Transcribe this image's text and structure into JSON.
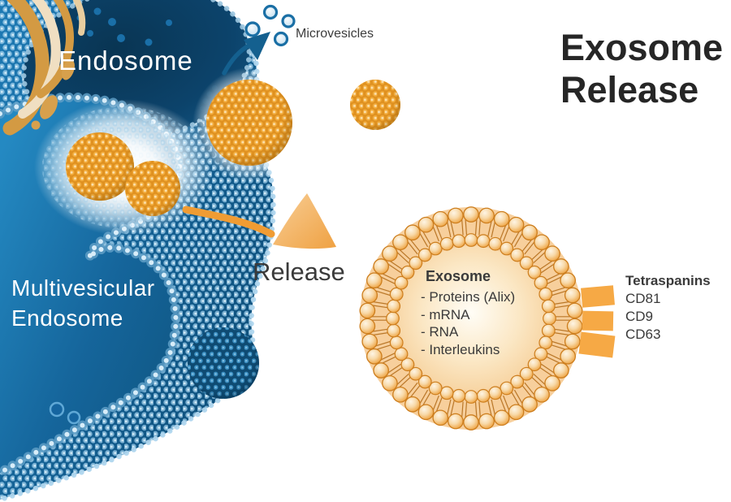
{
  "title": {
    "line1": "Exosome",
    "line2": "Release"
  },
  "labels": {
    "endosome": "Endosome",
    "multivesicular_line1": "Multivesicular",
    "multivesicular_line2": "Endosome",
    "microvesicles": "Microvesicles",
    "release": "Release"
  },
  "exosome": {
    "heading": "Exosome",
    "cargo": [
      "- Proteins (Alix)",
      "- mRNA",
      "- RNA",
      "- Interleukins"
    ]
  },
  "tetraspanins": {
    "heading": "Tetraspanins",
    "items": [
      "CD81",
      "CD9",
      "CD63"
    ]
  },
  "icons": {
    "golgi": "golgi-apparatus-icon",
    "microvesicle_arrow": "arrow-up-right-icon",
    "release_arrow": "curved-arrow-right-icon"
  },
  "colors": {
    "cell_blue": "#1A72AC",
    "lumen_blue": "#1F83BE",
    "navy": "#0B3C61",
    "membrane_dot": "#CBE6F4",
    "vesicle_orange": "#E8971F",
    "exosome_band": "#F7CF9C",
    "tetraspanin_orange": "#F6A945",
    "arrow_blue": "#14608F",
    "arrow_orange": "#F09C33",
    "title_text": "#262626",
    "label_text": "#3A3A3A",
    "white_text": "#FFFFFF"
  }
}
